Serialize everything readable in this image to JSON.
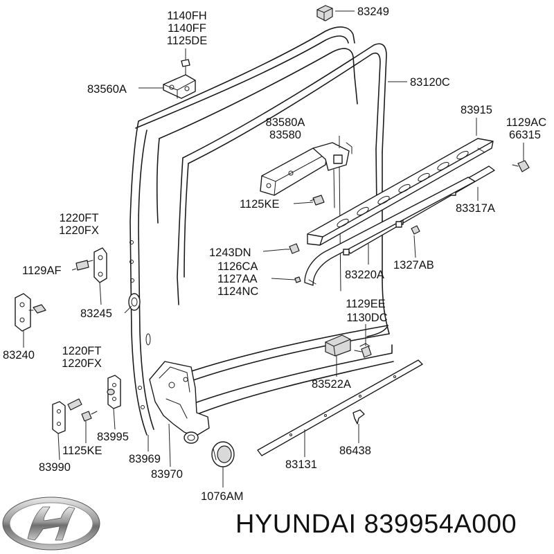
{
  "diagram": {
    "labels": {
      "p83249": "83249",
      "p1140FH": "1140FH",
      "p1140FF": "1140FF",
      "p1125DE": "1125DE",
      "p83560A": "83560A",
      "p83120C": "83120C",
      "p83580A": "83580A",
      "p83580": "83580",
      "p83915": "83915",
      "p1129AC": "1129AC",
      "p66315": "66315",
      "p1125KE_top": "1125KE",
      "p83317A": "83317A",
      "p1220FT_a": "1220FT",
      "p1220FX_a": "1220FX",
      "p1243DN": "1243DN",
      "p1126CA": "1126CA",
      "p1127AA": "1127AA",
      "p1124NC": "1124NC",
      "p83220A": "83220A",
      "p1327AB": "1327AB",
      "p1129AF": "1129AF",
      "p83245": "83245",
      "p1129EE": "1129EE",
      "p1130DC": "1130DC",
      "p83240": "83240",
      "p1220FT_b": "1220FT",
      "p1220FX_b": "1220FX",
      "p83522A": "83522A",
      "p83995": "83995",
      "p1125KE_bot": "1125KE",
      "p83969": "83969",
      "p83990": "83990",
      "p83970": "83970",
      "p83131": "83131",
      "p86438": "86438",
      "p1076AM": "1076AM"
    }
  },
  "brand": {
    "logo_icon": "hyundai-logo",
    "name": "HYUNDAI",
    "part_number": "839954A000"
  }
}
